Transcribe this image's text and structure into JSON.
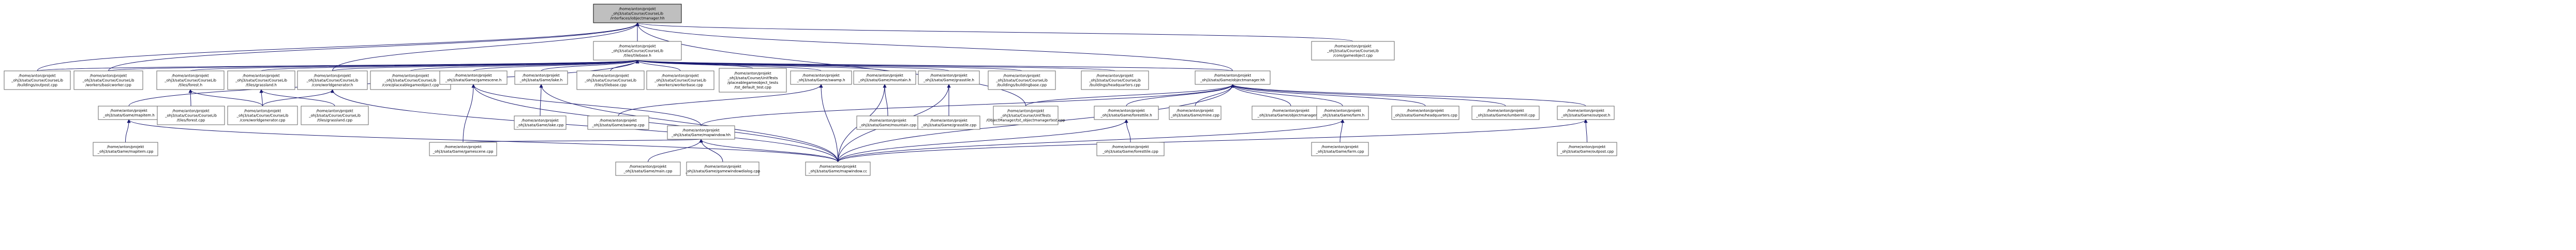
{
  "colors": {
    "edge": "#191970",
    "node_border": "#666666",
    "root_fill": "#bfbfbf",
    "node_fill": "#ffffff",
    "text": "#000000"
  },
  "nodes": [
    {
      "id": "n_root",
      "lines": [
        "/home/anton/projekt",
        "_ohj3/sata/Course/CourseLib",
        "/interfaces/iobjectmanager.hh"
      ],
      "root": true
    },
    {
      "id": "n_tilebase_h",
      "lines": [
        "/home/anton/projekt",
        "_ohj3/sata/Course/CourseLib",
        "/tiles/tilebase.h"
      ]
    },
    {
      "id": "n_gameobject_cpp",
      "lines": [
        "/home/anton/projekt",
        "_ohj3/sata/Course/CourseLib",
        "/core/gameobject.cpp"
      ]
    },
    {
      "id": "n_lib_outpost_cpp",
      "lines": [
        "/home/anton/projekt",
        "_ohj3/sata/Course/CourseLib",
        "/buildings/outpost.cpp"
      ]
    },
    {
      "id": "n_basicworker_cpp",
      "lines": [
        "/home/anton/projekt",
        "_ohj3/sata/Course/CourseLib",
        "/workers/basicworker.cpp"
      ]
    },
    {
      "id": "n_forest_h",
      "lines": [
        "/home/anton/projekt",
        "_ohj3/sata/Course/CourseLib",
        "/tiles/forest.h"
      ]
    },
    {
      "id": "n_grassland_h",
      "lines": [
        "/home/anton/projekt",
        "_ohj3/sata/Course/CourseLib",
        "/tiles/grassland.h"
      ]
    },
    {
      "id": "n_worldgenerator_h",
      "lines": [
        "/home/anton/projekt",
        "_ohj3/sata/Course/CourseLib",
        "/core/worldgenerator.h"
      ]
    },
    {
      "id": "n_placeablegameobject_cpp",
      "lines": [
        "/home/anton/projekt",
        "_ohj3/sata/Course/CourseLib",
        "/core/placeablegameobject.cpp"
      ]
    },
    {
      "id": "n_gamescene_h",
      "lines": [
        "/home/anton/projekt",
        "_ohj3/sata/Game/gamescene.h"
      ]
    },
    {
      "id": "n_lake_h",
      "lines": [
        "/home/anton/projekt",
        "_ohj3/sata/Game/lake.h"
      ]
    },
    {
      "id": "n_tilebase_cpp",
      "lines": [
        "/home/anton/projekt",
        "_ohj3/sata/Course/CourseLib",
        "/tiles/tilebase.cpp"
      ]
    },
    {
      "id": "n_workerbase_cpp",
      "lines": [
        "/home/anton/projekt",
        "_ohj3/sata/Course/CourseLib",
        "/workers/workerbase.cpp"
      ]
    },
    {
      "id": "n_unittests",
      "lines": [
        "/home/anton/projekt",
        "_ohj3/sata/Course/UnitTests",
        "/placeablegameobject_tests",
        "/tst_default_test.cpp"
      ]
    },
    {
      "id": "n_swamp_h",
      "lines": [
        "/home/anton/projekt",
        "_ohj3/sata/Game/swamp.h"
      ]
    },
    {
      "id": "n_mountain_h",
      "lines": [
        "/home/anton/projekt",
        "_ohj3/sata/Game/mountain.h"
      ]
    },
    {
      "id": "n_grasstile_h",
      "lines": [
        "/home/anton/projekt",
        "_ohj3/sata/Game/grasstile.h"
      ]
    },
    {
      "id": "n_buildingbase_cpp",
      "lines": [
        "/home/anton/projekt",
        "_ohj3/sata/Course/CourseLib",
        "/buildings/buildingbase.cpp"
      ]
    },
    {
      "id": "n_headquarters_cpp_lib",
      "lines": [
        "/home/anton/projekt",
        "_ohj3/sata/Course/CourseLib",
        "/buildings/headquarters.cpp"
      ]
    },
    {
      "id": "n_objectmanager_hh",
      "lines": [
        "/home/anton/projekt",
        "_ohj3/sata/Game/objectmanager.hh"
      ]
    },
    {
      "id": "n_mapitem_h",
      "lines": [
        "/home/anton/projekt",
        "_ohj3/sata/Game/mapitem.h"
      ]
    },
    {
      "id": "n_forest_cpp",
      "lines": [
        "/home/anton/projekt",
        "_ohj3/sata/Course/CourseLib",
        "/tiles/forest.cpp"
      ]
    },
    {
      "id": "n_worldgenerator_cpp",
      "lines": [
        "/home/anton/projekt",
        "_ohj3/sata/Course/CourseLib",
        "/core/worldgenerator.cpp"
      ]
    },
    {
      "id": "n_grassland_cpp",
      "lines": [
        "/home/anton/projekt",
        "_ohj3/sata/Course/CourseLib",
        "/tiles/grassland.cpp"
      ]
    },
    {
      "id": "n_lake_cpp",
      "lines": [
        "/home/anton/projekt",
        "_ohj3/sata/Game/lake.cpp"
      ]
    },
    {
      "id": "n_swamp_cpp",
      "lines": [
        "/home/anton/projekt",
        "_ohj3/sata/Game/swamp.cpp"
      ]
    },
    {
      "id": "n_mountain_cpp",
      "lines": [
        "/home/anton/projekt",
        "_ohj3/sata/Game/mountain.cpp"
      ]
    },
    {
      "id": "n_grasstile_cpp",
      "lines": [
        "/home/anton/projekt",
        "_ohj3/sata/Game/grasstile.cpp"
      ]
    },
    {
      "id": "n_objectmanagertest",
      "lines": [
        "/home/anton/projekt",
        "_ohj3/sata/Course/UnitTests",
        "/ObjectManager/tst_objectmanagertest.cpp"
      ]
    },
    {
      "id": "n_mapwindow_hh",
      "lines": [
        "/home/anton/projekt",
        "_ohj3/sata/Game/mapwindow.hh"
      ]
    },
    {
      "id": "n_foresttile_h",
      "lines": [
        "/home/anton/projekt",
        "_ohj3/sata/Game/foresttile.h"
      ]
    },
    {
      "id": "n_mine_cpp",
      "lines": [
        "/home/anton/projekt",
        "_ohj3/sata/Game/mine.cpp"
      ]
    },
    {
      "id": "n_objectmanager_cpp",
      "lines": [
        "/home/anton/projekt",
        "_ohj3/sata/Game/objectmanager.cpp"
      ]
    },
    {
      "id": "n_farm_h",
      "lines": [
        "/home/anton/projekt",
        "_ohj3/sata/Game/farm.h"
      ]
    },
    {
      "id": "n_game_headquarters_cpp",
      "lines": [
        "/home/anton/projekt",
        "_ohj3/sata/Game/headquarters.cpp"
      ]
    },
    {
      "id": "n_lumbermill_cpp",
      "lines": [
        "/home/anton/projekt",
        "_ohj3/sata/Game/lumbermill.cpp"
      ]
    },
    {
      "id": "n_game_outpost_h",
      "lines": [
        "/home/anton/projekt",
        "_ohj3/sata/Game/outpost.h"
      ]
    },
    {
      "id": "n_mapitem_cpp",
      "lines": [
        "/home/anton/projekt",
        "_ohj3/sata/Game/mapitem.cpp"
      ]
    },
    {
      "id": "n_gamescene_cpp",
      "lines": [
        "/home/anton/projekt",
        "_ohj3/sata/Game/gamescene.cpp"
      ]
    },
    {
      "id": "n_main_cpp",
      "lines": [
        "/home/anton/projekt",
        "_ohj3/sata/Game/main.cpp"
      ]
    },
    {
      "id": "n_gamewindowdialog_cpp",
      "lines": [
        "/home/anton/projekt",
        "_ohj3/sata/Game/gamewindowdialog.cpp"
      ]
    },
    {
      "id": "n_mapwindow_cc",
      "lines": [
        "/home/anton/projekt",
        "_ohj3/sata/Game/mapwindow.cc"
      ]
    },
    {
      "id": "n_foresttile_cpp",
      "lines": [
        "/home/anton/projekt",
        "_ohj3/sata/Game/foresttile.cpp"
      ]
    },
    {
      "id": "n_farm_cpp",
      "lines": [
        "/home/anton/projekt",
        "_ohj3/sata/Game/farm.cpp"
      ]
    },
    {
      "id": "n_game_outpost_cpp",
      "lines": [
        "/home/anton/projekt",
        "_ohj3/sata/Game/outpost.cpp"
      ]
    }
  ],
  "edges": [
    [
      "n_root",
      "n_tilebase_h"
    ],
    [
      "n_root",
      "n_gameobject_cpp"
    ],
    [
      "n_root",
      "n_lib_outpost_cpp"
    ],
    [
      "n_root",
      "n_basicworker_cpp"
    ],
    [
      "n_root",
      "n_worldgenerator_h"
    ],
    [
      "n_root",
      "n_objectmanager_hh"
    ],
    [
      "n_root",
      "n_objectmanagertest"
    ],
    [
      "n_tilebase_h",
      "n_lib_outpost_cpp"
    ],
    [
      "n_tilebase_h",
      "n_basicworker_cpp"
    ],
    [
      "n_tilebase_h",
      "n_mapitem_h"
    ],
    [
      "n_tilebase_h",
      "n_forest_h"
    ],
    [
      "n_tilebase_h",
      "n_grassland_h"
    ],
    [
      "n_tilebase_h",
      "n_worldgenerator_h"
    ],
    [
      "n_tilebase_h",
      "n_placeablegameobject_cpp"
    ],
    [
      "n_tilebase_h",
      "n_gamescene_h"
    ],
    [
      "n_tilebase_h",
      "n_lake_h"
    ],
    [
      "n_tilebase_h",
      "n_tilebase_cpp"
    ],
    [
      "n_tilebase_h",
      "n_workerbase_cpp"
    ],
    [
      "n_tilebase_h",
      "n_unittests"
    ],
    [
      "n_tilebase_h",
      "n_swamp_h"
    ],
    [
      "n_tilebase_h",
      "n_mountain_h"
    ],
    [
      "n_tilebase_h",
      "n_grasstile_h"
    ],
    [
      "n_tilebase_h",
      "n_buildingbase_cpp"
    ],
    [
      "n_tilebase_h",
      "n_headquarters_cpp_lib"
    ],
    [
      "n_tilebase_h",
      "n_objectmanager_hh"
    ],
    [
      "n_forest_h",
      "n_forest_cpp"
    ],
    [
      "n_forest_h",
      "n_worldgenerator_cpp"
    ],
    [
      "n_grassland_h",
      "n_worldgenerator_cpp"
    ],
    [
      "n_grassland_h",
      "n_grassland_cpp"
    ],
    [
      "n_worldgenerator_h",
      "n_worldgenerator_cpp"
    ],
    [
      "n_worldgenerator_h",
      "n_mapwindow_cc"
    ],
    [
      "n_gamescene_h",
      "n_gamescene_cpp"
    ],
    [
      "n_gamescene_h",
      "n_mapwindow_hh"
    ],
    [
      "n_gamescene_h",
      "n_mapwindow_cc"
    ],
    [
      "n_lake_h",
      "n_lake_cpp"
    ],
    [
      "n_lake_h",
      "n_mapwindow_cc"
    ],
    [
      "n_swamp_h",
      "n_swamp_cpp"
    ],
    [
      "n_swamp_h",
      "n_mapwindow_cc"
    ],
    [
      "n_mountain_h",
      "n_mountain_cpp"
    ],
    [
      "n_mountain_h",
      "n_mapwindow_cc"
    ],
    [
      "n_grasstile_h",
      "n_grasstile_cpp"
    ],
    [
      "n_grasstile_h",
      "n_mapwindow_cc"
    ],
    [
      "n_objectmanager_hh",
      "n_objectmanagertest"
    ],
    [
      "n_objectmanager_hh",
      "n_mapwindow_hh"
    ],
    [
      "n_objectmanager_hh",
      "n_foresttile_h"
    ],
    [
      "n_objectmanager_hh",
      "n_mine_cpp"
    ],
    [
      "n_objectmanager_hh",
      "n_objectmanager_cpp"
    ],
    [
      "n_objectmanager_hh",
      "n_farm_h"
    ],
    [
      "n_objectmanager_hh",
      "n_game_headquarters_cpp"
    ],
    [
      "n_objectmanager_hh",
      "n_lumbermill_cpp"
    ],
    [
      "n_objectmanager_hh",
      "n_game_outpost_h"
    ],
    [
      "n_objectmanager_hh",
      "n_mapwindow_cc"
    ],
    [
      "n_mapitem_h",
      "n_mapitem_cpp"
    ],
    [
      "n_mapitem_h",
      "n_mapwindow_cc"
    ],
    [
      "n_mapwindow_hh",
      "n_gamescene_cpp"
    ],
    [
      "n_mapwindow_hh",
      "n_main_cpp"
    ],
    [
      "n_mapwindow_hh",
      "n_gamewindowdialog_cpp"
    ],
    [
      "n_mapwindow_hh",
      "n_mapwindow_cc"
    ],
    [
      "n_foresttile_h",
      "n_foresttile_cpp"
    ],
    [
      "n_foresttile_h",
      "n_mapwindow_cc"
    ],
    [
      "n_farm_h",
      "n_farm_cpp"
    ],
    [
      "n_farm_h",
      "n_mapwindow_cc"
    ],
    [
      "n_game_outpost_h",
      "n_game_outpost_cpp"
    ],
    [
      "n_game_outpost_h",
      "n_mapwindow_cc"
    ]
  ]
}
